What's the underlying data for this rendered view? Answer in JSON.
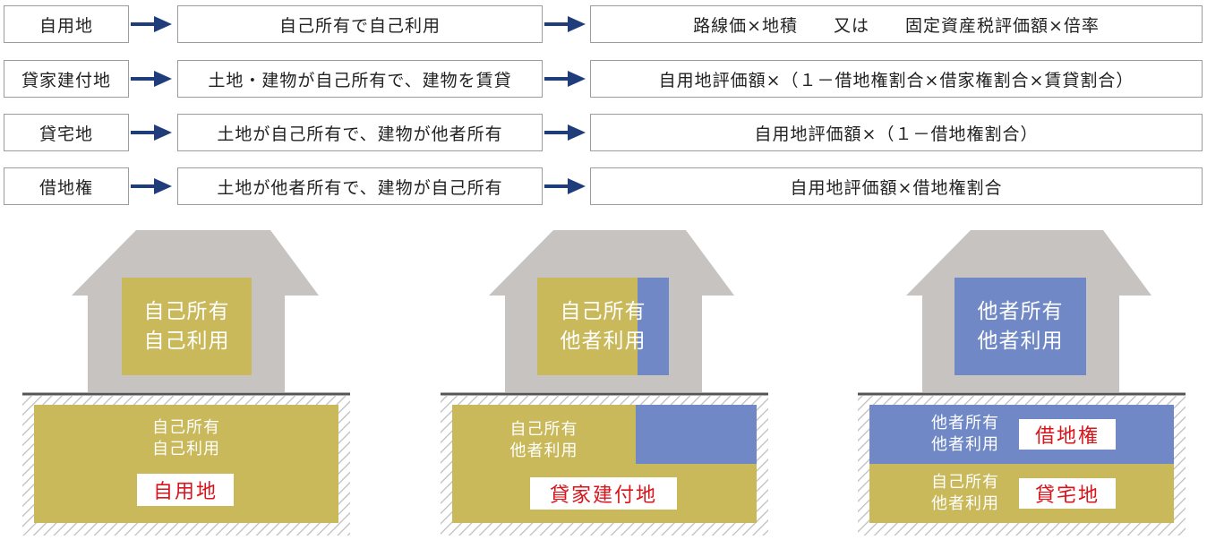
{
  "rows": [
    {
      "type": "自用地",
      "condition": "自己所有で自己利用",
      "formula": "路線価×地積　　又は　　固定資産税評価額×倍率"
    },
    {
      "type": "貸家建付地",
      "condition": "土地・建物が自己所有で、建物を賃貸",
      "formula": "自用地評価額×（１－借地権割合×借家権割合×賃貸割合）"
    },
    {
      "type": "貸宅地",
      "condition": "土地が自己所有で、建物が他者所有",
      "formula": "自用地評価額×（１－借地権割合）"
    },
    {
      "type": "借地権",
      "condition": "土地が他者所有で、建物が自己所有",
      "formula": "自用地評価額×借地権割合"
    }
  ],
  "illustrations": [
    {
      "house_line1": "自己所有",
      "house_line2": "自己利用",
      "land_line1": "自己所有",
      "land_line2": "自己利用",
      "land_tag": "自用地"
    },
    {
      "house_line1": "自己所有",
      "house_line2": "他者利用",
      "land_line1": "自己所有",
      "land_line2": "他者利用",
      "land_tag": "貸家建付地"
    },
    {
      "house_line1": "他者所有",
      "house_line2": "他者利用",
      "upper_line1": "他者所有",
      "upper_line2": "他者利用",
      "upper_tag": "借地権",
      "lower_line1": "自己所有",
      "lower_line2": "他者利用",
      "lower_tag": "貸宅地"
    }
  ],
  "colors": {
    "own": "#c9b95a",
    "other": "#7089c6",
    "house": "#c6c3c0",
    "arrow": "#1f3d7a",
    "tag_text": "#d8141c"
  }
}
